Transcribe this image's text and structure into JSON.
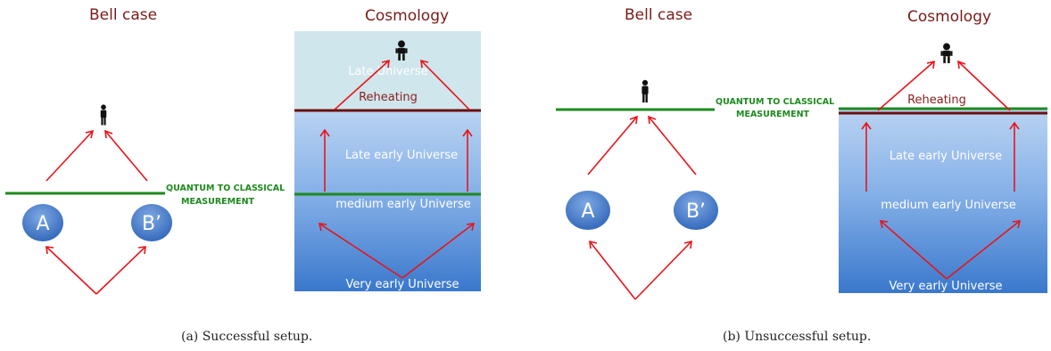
{
  "panel_a": {
    "bell_title": "Bell case",
    "cosmo_title": "Cosmology",
    "measurement_line1": "QUANTUM TO CLASSICAL",
    "measurement_line2": "MEASUREMENT",
    "circle_a": "A",
    "circle_b": "B’",
    "late_universe": "Late Universe",
    "reheating": "Reheating",
    "late_early": "Late early Universe",
    "medium_early": "medium  early Universe",
    "very_early": "Very early Universe",
    "caption": "(a)  Successful setup."
  },
  "panel_b": {
    "bell_title": "Bell case",
    "cosmo_title": "Cosmology",
    "measurement_line1": "QUANTUM TO CLASSICAL",
    "measurement_line2": "MEASUREMENT",
    "circle_a": "A",
    "circle_b": "B’",
    "reheating": "Reheating",
    "late_early": "Late early Universe",
    "medium_early": "medium  early Universe",
    "very_early": "Very early Universe",
    "caption": "(b)  Unsuccessful setup."
  },
  "colors": {
    "arrow": "#e8141a",
    "measurement_line": "#1e8a1e",
    "reheating_line": "#6b1010",
    "circle": "#3f78c9",
    "late_universe_bg": "#cfe6ec"
  },
  "icons": [
    "person-icon"
  ]
}
